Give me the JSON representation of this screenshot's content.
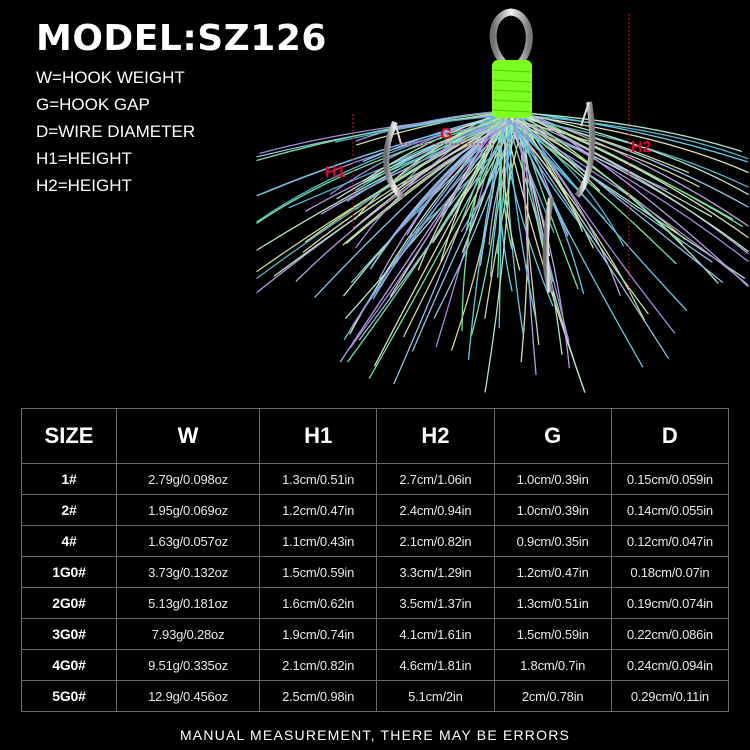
{
  "header": {
    "model_title": "MODEL:SZ126"
  },
  "legend": [
    "W=HOOK WEIGHT",
    "G=HOOK GAP",
    "D=WIRE DIAMETER",
    "H1=HEIGHT",
    "H2=HEIGHT"
  ],
  "diagram": {
    "label_g": "G",
    "label_h1": "H1",
    "label_h2": "H2",
    "marker_color": "#e0002a",
    "wrap_color": "#7cff1f"
  },
  "table": {
    "headers": [
      "SIZE",
      "W",
      "H1",
      "H2",
      "G",
      "D"
    ],
    "rows": [
      [
        "1#",
        "2.79g/0.098oz",
        "1.3cm/0.51in",
        "2.7cm/1.06in",
        "1.0cm/0.39in",
        "0.15cm/0.059in"
      ],
      [
        "2#",
        "1.95g/0.069oz",
        "1.2cm/0.47in",
        "2.4cm/0.94in",
        "1.0cm/0.39in",
        "0.14cm/0.055in"
      ],
      [
        "4#",
        "1.63g/0.057oz",
        "1.1cm/0.43in",
        "2.1cm/0.82in",
        "0.9cm/0.35in",
        "0.12cm/0.047in"
      ],
      [
        "1G0#",
        "3.73g/0.132oz",
        "1.5cm/0.59in",
        "3.3cm/1.29in",
        "1.2cm/0.47in",
        "0.18cm/0.07in"
      ],
      [
        "2G0#",
        "5.13g/0.181oz",
        "1.6cm/0.62in",
        "3.5cm/1.37in",
        "1.3cm/0.51in",
        "0.19cm/0.074in"
      ],
      [
        "3G0#",
        "7.93g/0.28oz",
        "1.9cm/0.74in",
        "4.1cm/1.61in",
        "1.5cm/0.59in",
        "0.22cm/0.086in"
      ],
      [
        "4G0#",
        "9.51g/0.335oz",
        "2.1cm/0.82in",
        "4.6cm/1.81in",
        "1.8cm/0.7in",
        "0.24cm/0.094in"
      ],
      [
        "5G0#",
        "12.9g/0.456oz",
        "2.5cm/0.98in",
        "5.1cm/2in",
        "2cm/0.78in",
        "0.29cm/0.11in"
      ]
    ]
  },
  "footer": {
    "note": "MANUAL MEASUREMENT, THERE MAY BE ERRORS"
  }
}
